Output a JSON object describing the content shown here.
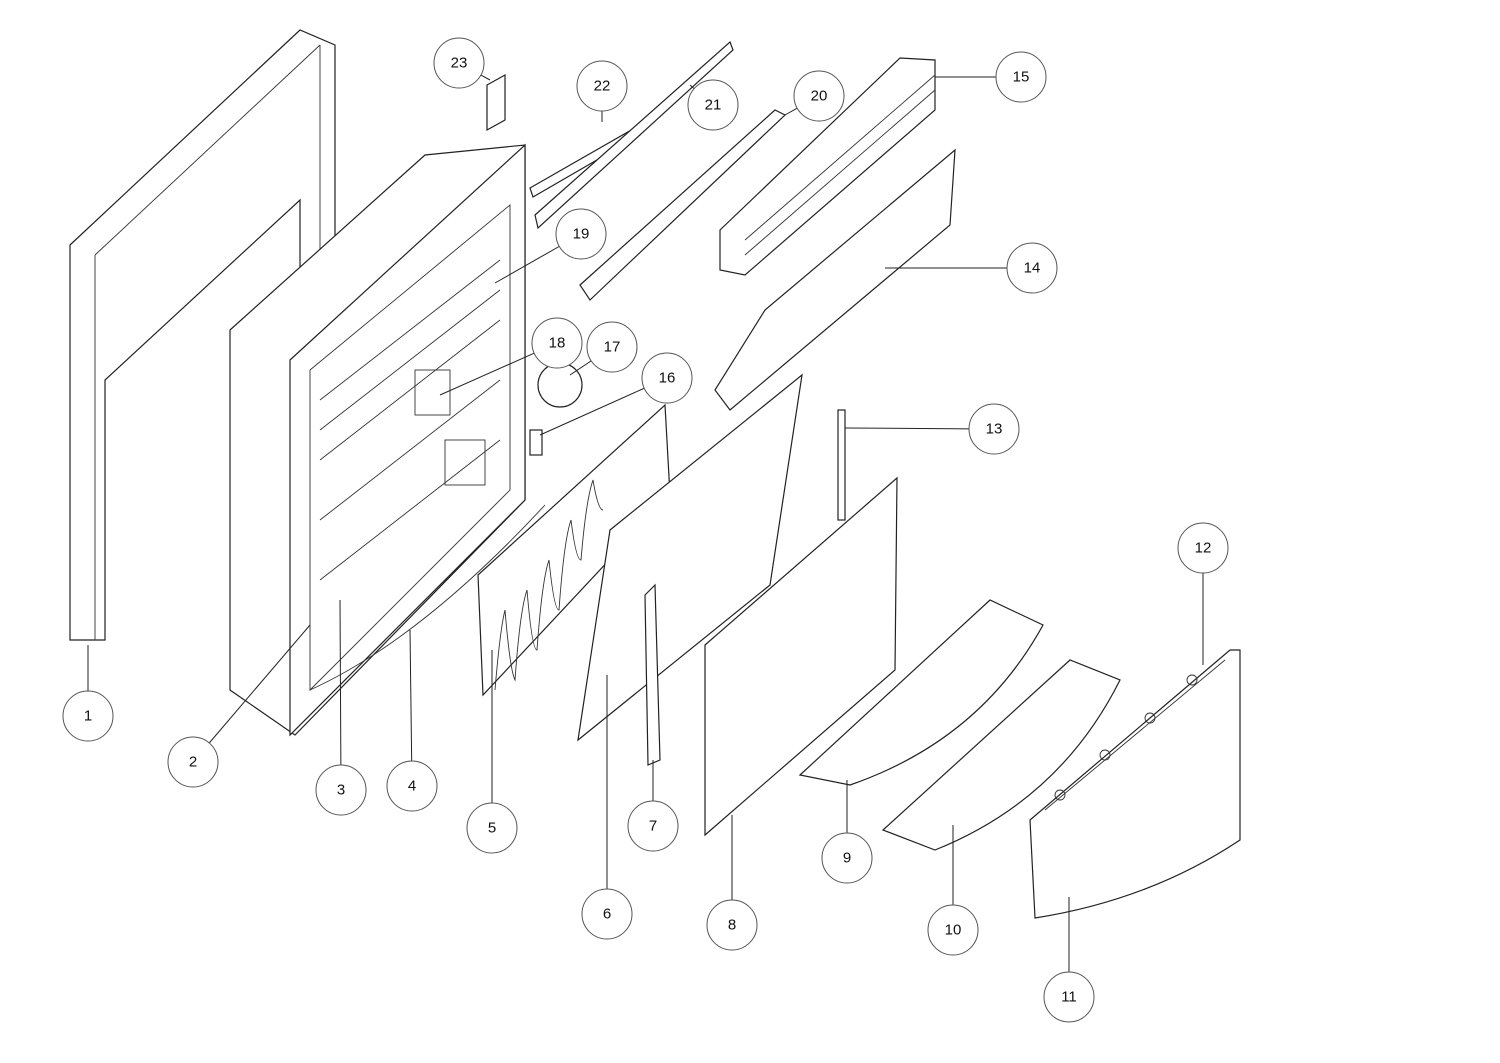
{
  "diagram": {
    "type": "exploded parts view",
    "callouts": [
      {
        "label": "1"
      },
      {
        "label": "2"
      },
      {
        "label": "3"
      },
      {
        "label": "4"
      },
      {
        "label": "5"
      },
      {
        "label": "6"
      },
      {
        "label": "7"
      },
      {
        "label": "8"
      },
      {
        "label": "9"
      },
      {
        "label": "10"
      },
      {
        "label": "11"
      },
      {
        "label": "12"
      },
      {
        "label": "13"
      },
      {
        "label": "14"
      },
      {
        "label": "15"
      },
      {
        "label": "16"
      },
      {
        "label": "17"
      },
      {
        "label": "18"
      },
      {
        "label": "19"
      },
      {
        "label": "20"
      },
      {
        "label": "21"
      },
      {
        "label": "22"
      },
      {
        "label": "23"
      }
    ]
  }
}
